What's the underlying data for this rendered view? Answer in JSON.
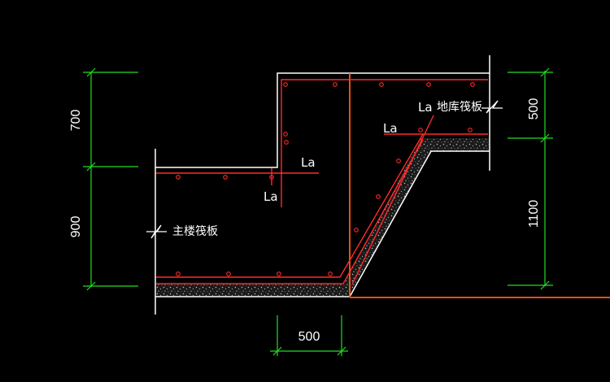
{
  "colors": {
    "background": "#000000",
    "outline": "#ffffff",
    "rebar": "#ff2a2a",
    "dimension": "#22dd22",
    "axis": "#ff5a1a",
    "fill": "#8a8a8a"
  },
  "labels": {
    "main_slab": "主楼筏板",
    "garage_slab": "地库筏板",
    "la_1": "La",
    "la_2": "La",
    "la_3": "La",
    "la_4": "La"
  },
  "dimensions": {
    "left_top": "700",
    "left_bottom": "900",
    "right_top": "500",
    "right_bottom": "1100",
    "bottom": "500"
  }
}
